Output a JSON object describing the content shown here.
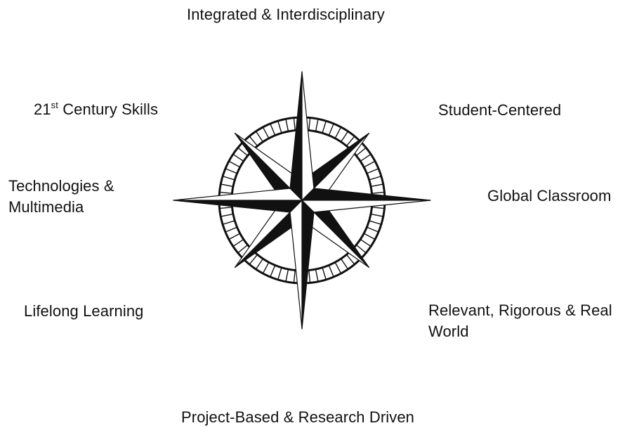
{
  "labels": {
    "top": "Integrated & Interdisciplinary",
    "upper_left_base": "21",
    "upper_left_sup": "st",
    "upper_left_rest": " Century Skills",
    "upper_right": "Student-Centered",
    "mid_left_line1": "Technologies &",
    "mid_left_line2": "Multimedia",
    "mid_right": "Global Classroom",
    "lower_left": "Lifelong Learning",
    "lower_right_line1": "Relevant, Rigorous & Real",
    "lower_right_line2": "World",
    "bottom": "Project-Based & Research Driven"
  },
  "colors": {
    "ink": "#111111",
    "paper": "#ffffff"
  },
  "icons": {
    "center": "compass-rose-icon"
  }
}
